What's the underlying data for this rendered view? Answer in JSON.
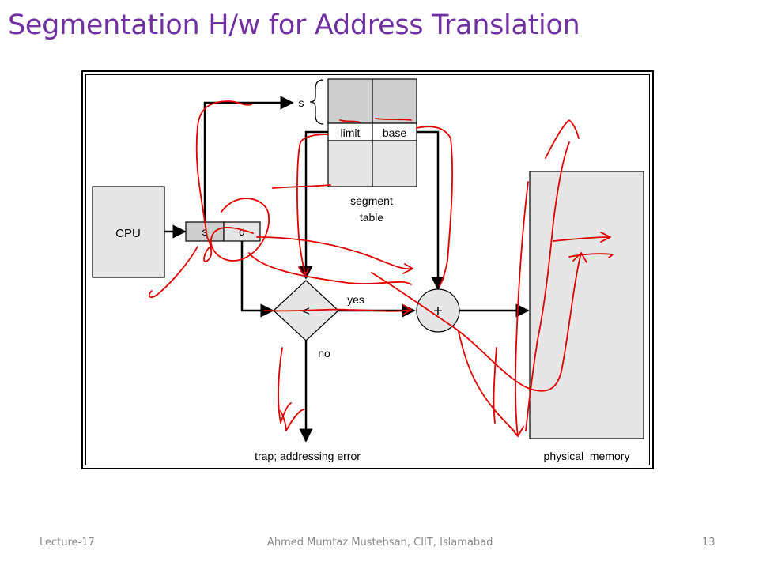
{
  "slide": {
    "title": "Segmentation H/w for Address Translation"
  },
  "diagram": {
    "cpu_label": "CPU",
    "s_field": "s",
    "d_field": "d",
    "s_brace_label": "s",
    "limit_label": "limit",
    "base_label": "base",
    "segment_table_line1": "segment",
    "segment_table_line2": "table",
    "compare_symbol": "<",
    "yes_label": "yes",
    "no_label": "no",
    "adder_symbol": "+",
    "trap_label": "trap; addressing error",
    "memory_label": "physical  memory"
  },
  "colors": {
    "title": "#7030a0",
    "annotation_ink": "#e00000",
    "box_fill": "#e6e6e6",
    "box_dark_fill": "#cfcfcf"
  },
  "footer": {
    "left": "Lecture-17",
    "center": "Ahmed Mumtaz Mustehsan, CIIT, Islamabad",
    "page_number": "13"
  }
}
